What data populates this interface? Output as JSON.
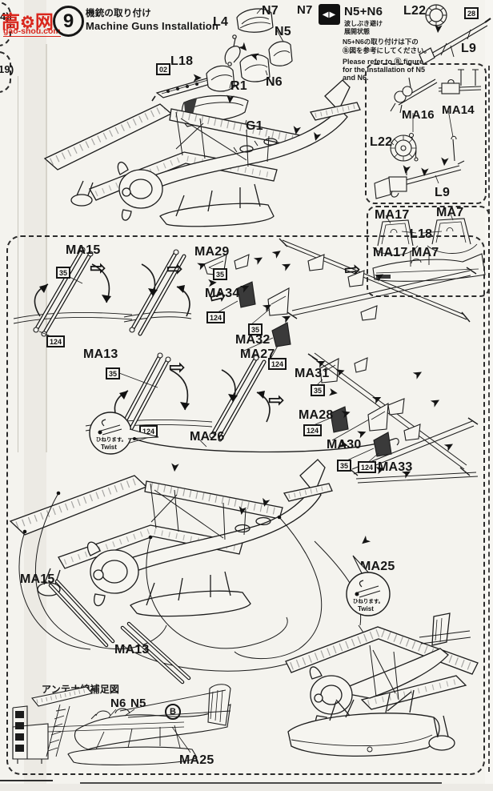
{
  "watermark": {
    "brand_l": "高",
    "brand_r": "网",
    "url": "gao-shou.com"
  },
  "header": {
    "step": "9",
    "title_jp": "機銃の取り付け",
    "title_en": "Machine Guns Installation"
  },
  "fragments": {
    "f1": "4)",
    "f2": "19)"
  },
  "badges": {
    "b35": "35",
    "b124": "124",
    "b02": "02",
    "b28": "28"
  },
  "top": {
    "l4": "L4",
    "n7": "N7",
    "n7b": "N7",
    "n5": "N5",
    "n6": "N6",
    "r1": "R1",
    "l18": "L18",
    "g1": "G1",
    "l22": "L22",
    "l9": "L9"
  },
  "note": {
    "heading": "N5+N6",
    "sub1": "波しぶき避け",
    "sub2": "展開状態",
    "jp1": "N5+N6の取り付けは下の",
    "jp2": "Ⓑ図を参考にしてください。",
    "en1": "Please refer to Ⓑ figure",
    "en2": "for the installation of N5",
    "en3": "and N6."
  },
  "insetB": {
    "ma16": "MA16",
    "ma14": "MA14",
    "l22": "L22",
    "l9": "L9"
  },
  "insetW": {
    "ma17": "MA17",
    "ma7": "MA7",
    "l18": "L18",
    "ma17b": "MA17",
    "ma7b": "MA7"
  },
  "rig": {
    "ma15": "MA15",
    "ma29": "MA29",
    "ma34": "MA34",
    "ma32": "MA32",
    "ma27": "MA27",
    "ma13": "MA13",
    "ma26": "MA26",
    "ma31": "MA31",
    "ma28": "MA28",
    "ma30": "MA30",
    "ma33": "MA33"
  },
  "plane": {
    "ma15": "MA15",
    "ma13": "MA13",
    "ma25": "MA25"
  },
  "twist": {
    "jp": "ひねります。",
    "en": "Twist"
  },
  "ant": {
    "title": "アンテナ線補足図",
    "n6": "N6",
    "n5": "N5",
    "b": "B",
    "ma25": "MA25"
  },
  "icons": {
    "arrow_solid": "➤",
    "arrow_hollow": "⇨",
    "rotate_cw": "↷",
    "rotate_ccw": "↶",
    "pos_left": "◀",
    "pos_right": "▶",
    "gear": "⚙"
  }
}
